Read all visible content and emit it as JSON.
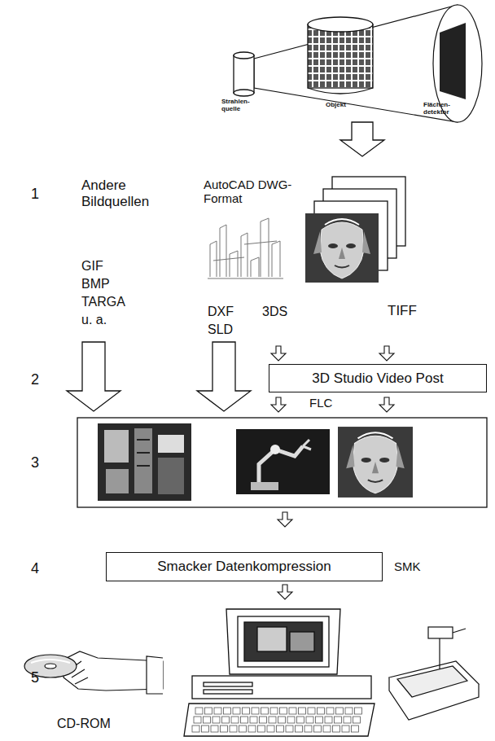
{
  "diagram": {
    "nodes": [
      {
        "text": [
          "3D Studio Video Post"
        ]
      },
      {
        "text": [
          "Smacker Datenkompression"
        ]
      }
    ],
    "labels": [
      "1",
      "2",
      "3",
      "4",
      "5",
      "Andere Bildquellen",
      "AutoCAD DWG-Format",
      "GIF",
      "BMP",
      "TARGA",
      "u. a.",
      "DXF",
      "SLD",
      "3DS",
      "TIFF",
      "FLC",
      "SMK",
      "CD-ROM",
      "Strahlen- quelle",
      "Objekt",
      "Flächen- detektor"
    ]
  }
}
